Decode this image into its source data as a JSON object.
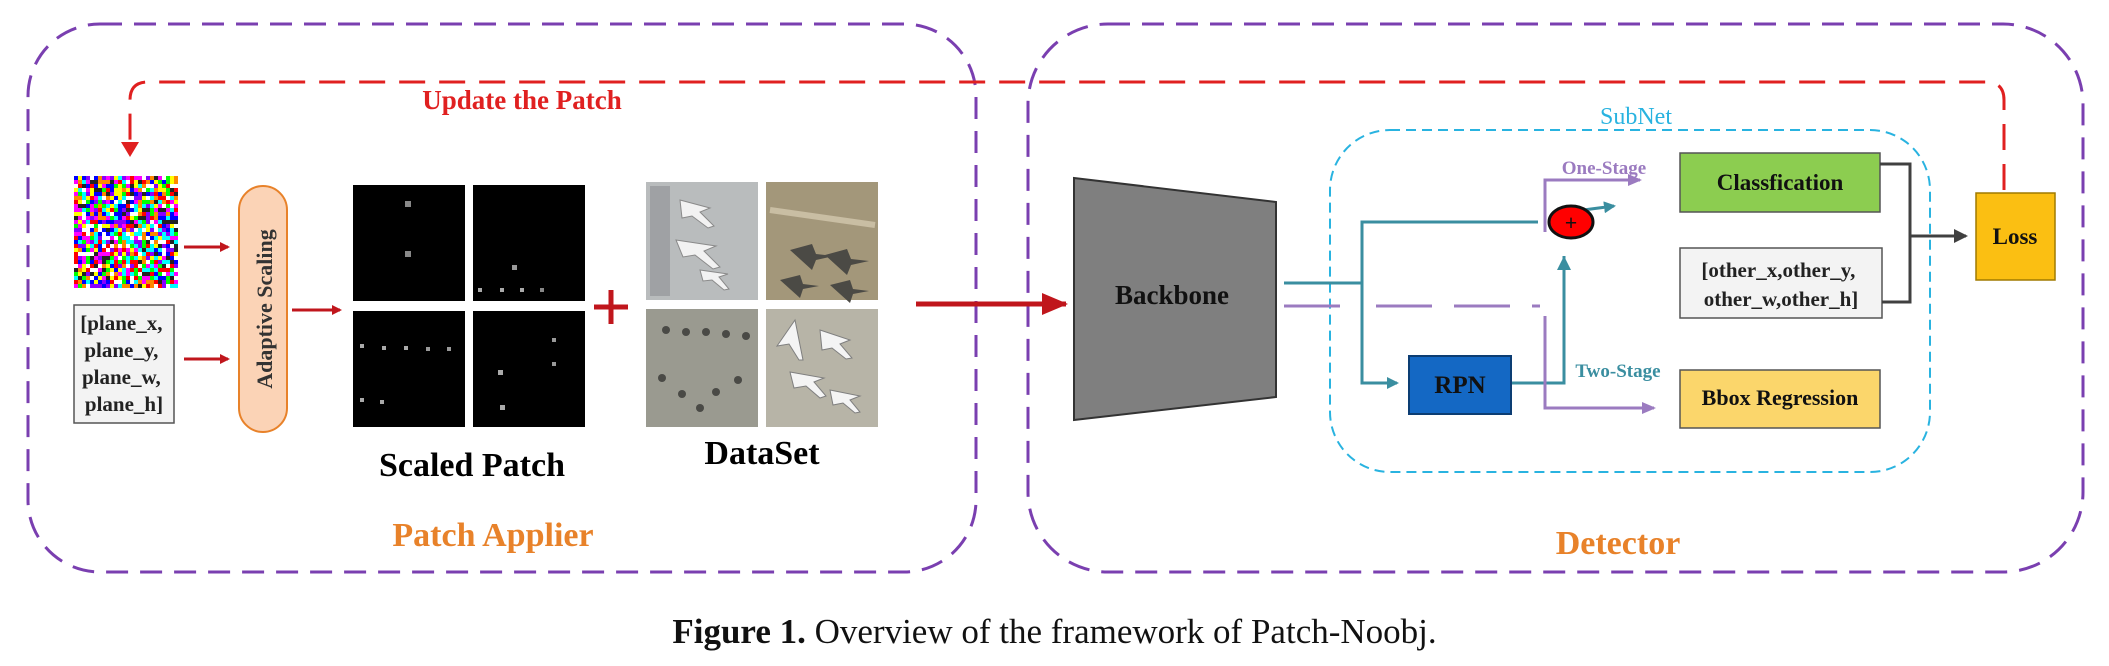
{
  "diagram": {
    "update_label": "Update the Patch",
    "patch_applier": {
      "title": "Patch Applier",
      "coords_lines": [
        "[plane_x,",
        "plane_y,",
        "plane_w,",
        "plane_h]"
      ],
      "scaling_label": "Adaptive Scaling",
      "scaled_patch_label": "Scaled Patch",
      "dataset_label": "DataSet"
    },
    "detector": {
      "title": "Detector",
      "backbone_label": "Backbone",
      "subnet_label": "SubNet",
      "one_stage_label": "One-Stage",
      "two_stage_label": "Two-Stage",
      "rpn_label": "RPN",
      "classification_label": "Classfication",
      "other_lines": [
        "[other_x,other_y,",
        "other_w,other_h]"
      ],
      "bbox_label": "Bbox Regression",
      "loss_label": "Loss",
      "plus_symbol": "+"
    },
    "colors": {
      "dashed_region": "#7a3fb0",
      "update_arrow": "#e02020",
      "accent_orange": "#e8822a",
      "subnet_border": "#29b3e0",
      "teal_arrow": "#3a8ea0",
      "purple_arrow": "#9b7bc0",
      "classification_fill": "#8ccd50",
      "bbox_fill": "#fbd66b",
      "loss_fill": "#fbbf12",
      "rpn_fill": "#1468c4",
      "backbone_fill": "#7f7f7f"
    }
  },
  "caption": {
    "label": "Figure 1.",
    "text": " Overview of the framework of Patch-Noobj."
  }
}
